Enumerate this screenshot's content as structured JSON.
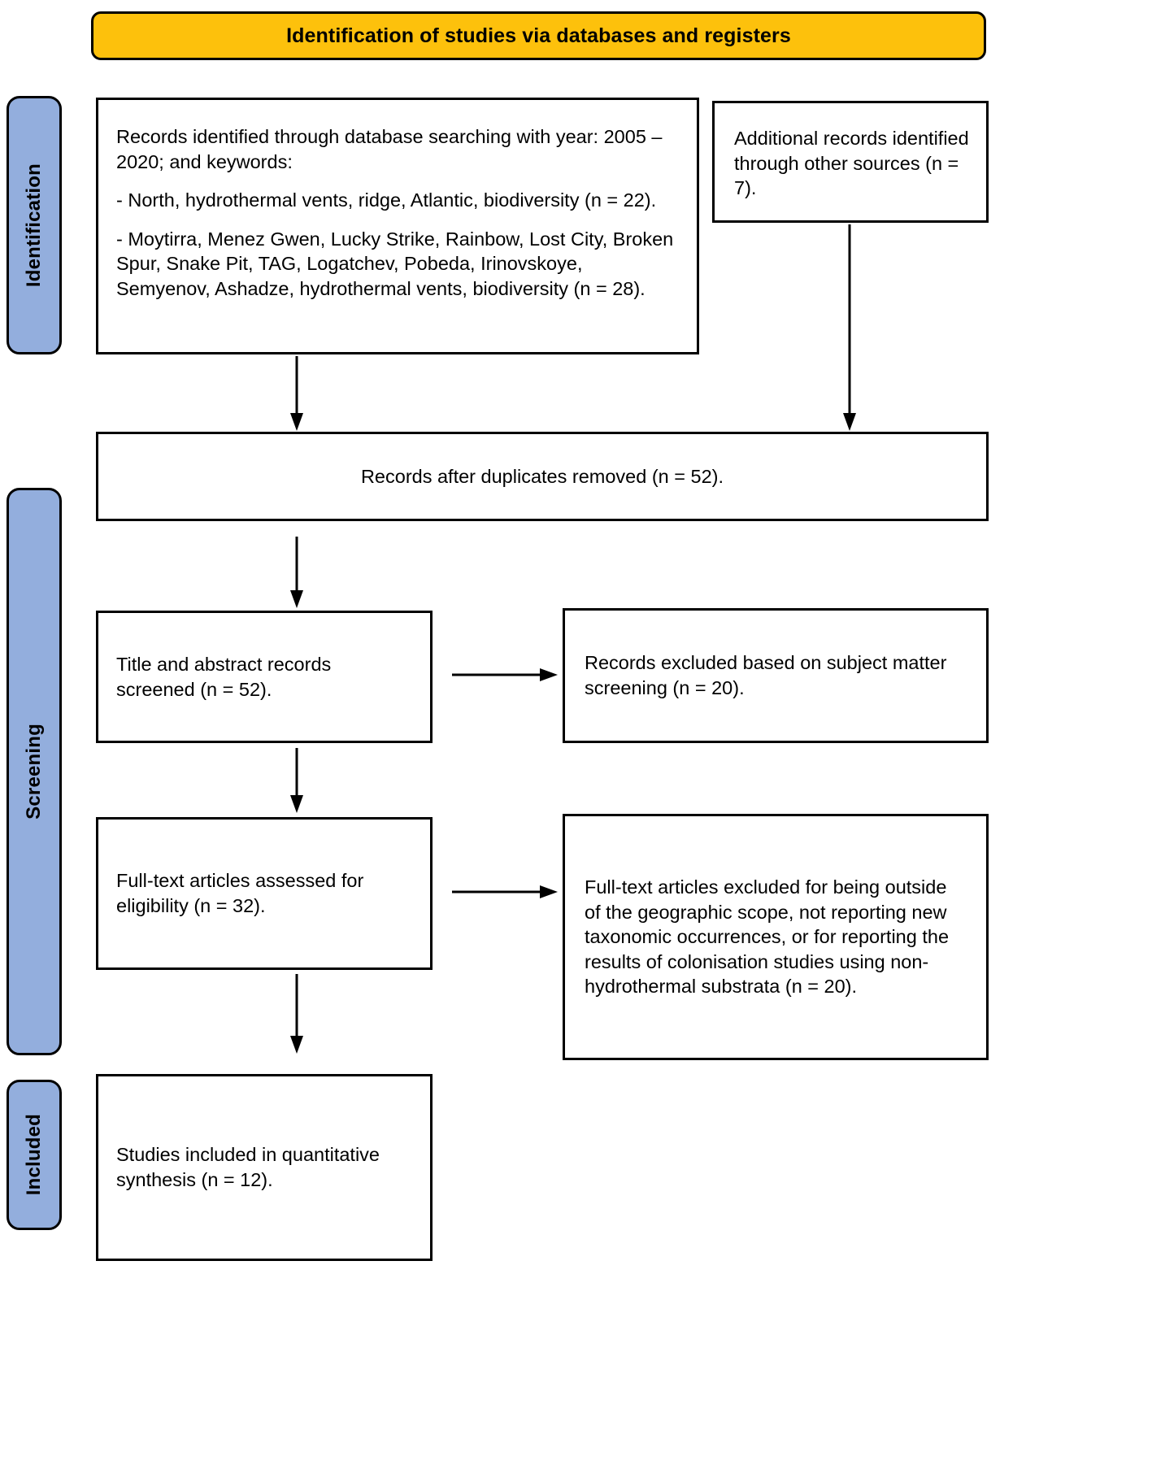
{
  "colors": {
    "accent_banner": "#FDC10C",
    "stage_label": "#93AEDD",
    "border": "#000000",
    "background": "#FFFFFF"
  },
  "header": {
    "title": "Identification of studies via databases and registers"
  },
  "stages": [
    {
      "id": "identification",
      "label": "Identification"
    },
    {
      "id": "screening",
      "label": "Screening"
    },
    {
      "id": "included",
      "label": "Included"
    }
  ],
  "boxes": {
    "database_search": {
      "line1": "Records identified through database searching with year: 2005 – 2020; and keywords:",
      "line2": "- North, hydrothermal vents, ridge, Atlantic, biodiversity (n = 22).",
      "line3": "- Moytirra, Menez Gwen, Lucky Strike, Rainbow, Lost City, Broken Spur, Snake Pit, TAG, Logatchev, Pobeda, Irinovskoye, Semyenov, Ashadze, hydrothermal vents, biodiversity (n = 28)."
    },
    "additional_records": {
      "text": "Additional records identified through other sources (n = 7)."
    },
    "duplicates_removed": {
      "text": "Records after duplicates removed (n = 52)."
    },
    "title_abstract_screened": {
      "text": "Title and abstract records screened (n = 52)."
    },
    "records_excluded": {
      "text": "Records excluded based on subject matter screening (n = 20)."
    },
    "fulltext_assessed": {
      "text": "Full-text articles assessed for eligibility (n = 32)."
    },
    "fulltext_excluded": {
      "text": "Full-text articles excluded for being outside of the geographic scope, not reporting new taxonomic occurrences, or for reporting the results of colonisation studies using non-hydrothermal substrata (n = 20)."
    },
    "studies_included": {
      "text": "Studies included in quantitative synthesis (n = 12)."
    }
  },
  "chart_data": {
    "type": "diagram",
    "title": "Identification of studies via databases and registers",
    "nodes": [
      {
        "id": "database_search",
        "stage": "Identification",
        "n": [
          22,
          28
        ]
      },
      {
        "id": "additional_records",
        "stage": "Identification",
        "n": 7
      },
      {
        "id": "duplicates_removed",
        "stage": "Screening",
        "n": 52
      },
      {
        "id": "title_abstract_screened",
        "stage": "Screening",
        "n": 52
      },
      {
        "id": "records_excluded",
        "stage": "Screening",
        "n": 20
      },
      {
        "id": "fulltext_assessed",
        "stage": "Screening",
        "n": 32
      },
      {
        "id": "fulltext_excluded",
        "stage": "Screening",
        "n": 20
      },
      {
        "id": "studies_included",
        "stage": "Included",
        "n": 12
      }
    ],
    "edges": [
      {
        "from": "database_search",
        "to": "duplicates_removed",
        "direction": "down"
      },
      {
        "from": "additional_records",
        "to": "duplicates_removed",
        "direction": "down"
      },
      {
        "from": "duplicates_removed",
        "to": "title_abstract_screened",
        "direction": "down"
      },
      {
        "from": "title_abstract_screened",
        "to": "records_excluded",
        "direction": "right"
      },
      {
        "from": "title_abstract_screened",
        "to": "fulltext_assessed",
        "direction": "down"
      },
      {
        "from": "fulltext_assessed",
        "to": "fulltext_excluded",
        "direction": "right"
      },
      {
        "from": "fulltext_assessed",
        "to": "studies_included",
        "direction": "down"
      }
    ]
  }
}
